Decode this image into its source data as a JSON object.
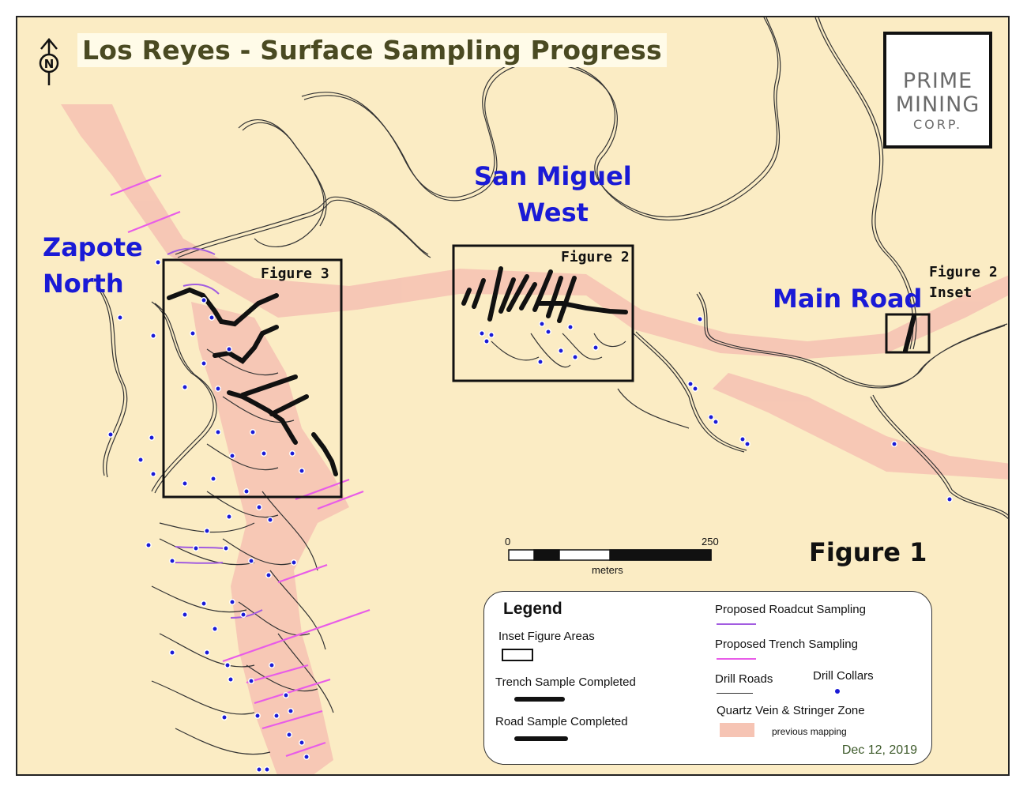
{
  "map": {
    "title": "Los Reyes - Surface Sampling Progress",
    "north_label": "N",
    "figure_label": "Figure 1",
    "logo": {
      "line1": "PRIME",
      "line2": "MINING",
      "line3": "CORP.",
      "brand_color": "#c9a865"
    },
    "areas": [
      {
        "id": "zapote",
        "lines": [
          "Zapote",
          "North"
        ]
      },
      {
        "id": "san-miguel",
        "lines": [
          "San Miguel",
          "West"
        ]
      },
      {
        "id": "main-road",
        "lines": [
          "Main Road"
        ]
      }
    ],
    "insets": {
      "figure3": "Figure 3",
      "figure2": "Figure 2",
      "figure2_inset": [
        "Figure 2",
        "Inset"
      ]
    },
    "scale": {
      "start": "0",
      "end": "250",
      "unit": "meters"
    },
    "colors": {
      "background": "#fbecc4",
      "quartz_zone": "#f6c4b4",
      "trench_proposed": "#e85ce8",
      "roadcut_proposed": "#a25ce0",
      "drill_collar": "#1a1ad6",
      "area_label": "#1a1ad6"
    }
  },
  "legend": {
    "title": "Legend",
    "inset_areas": "Inset Figure Areas",
    "trench_completed": "Trench Sample Completed",
    "road_completed": "Road Sample Completed",
    "roadcut_proposed": "Proposed Roadcut Sampling",
    "trench_proposed": "Proposed Trench Sampling",
    "drill_roads": "Drill Roads",
    "drill_collars": "Drill Collars",
    "quartz_zone": "Quartz Vein & Stringer Zone",
    "previous_mapping": "previous mapping",
    "date": "Dec 12, 2019"
  }
}
